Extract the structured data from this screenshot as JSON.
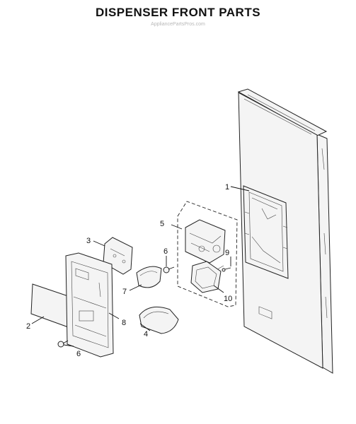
{
  "title": "DISPENSER FRONT PARTS",
  "watermark": "AppliancePartsPros.com",
  "callouts": {
    "c1": "1",
    "c2": "2",
    "c3": "3",
    "c4": "4",
    "c5": "5",
    "c6a": "6",
    "c6b": "6",
    "c7": "7",
    "c8": "8",
    "c9": "9",
    "c10": "10"
  }
}
